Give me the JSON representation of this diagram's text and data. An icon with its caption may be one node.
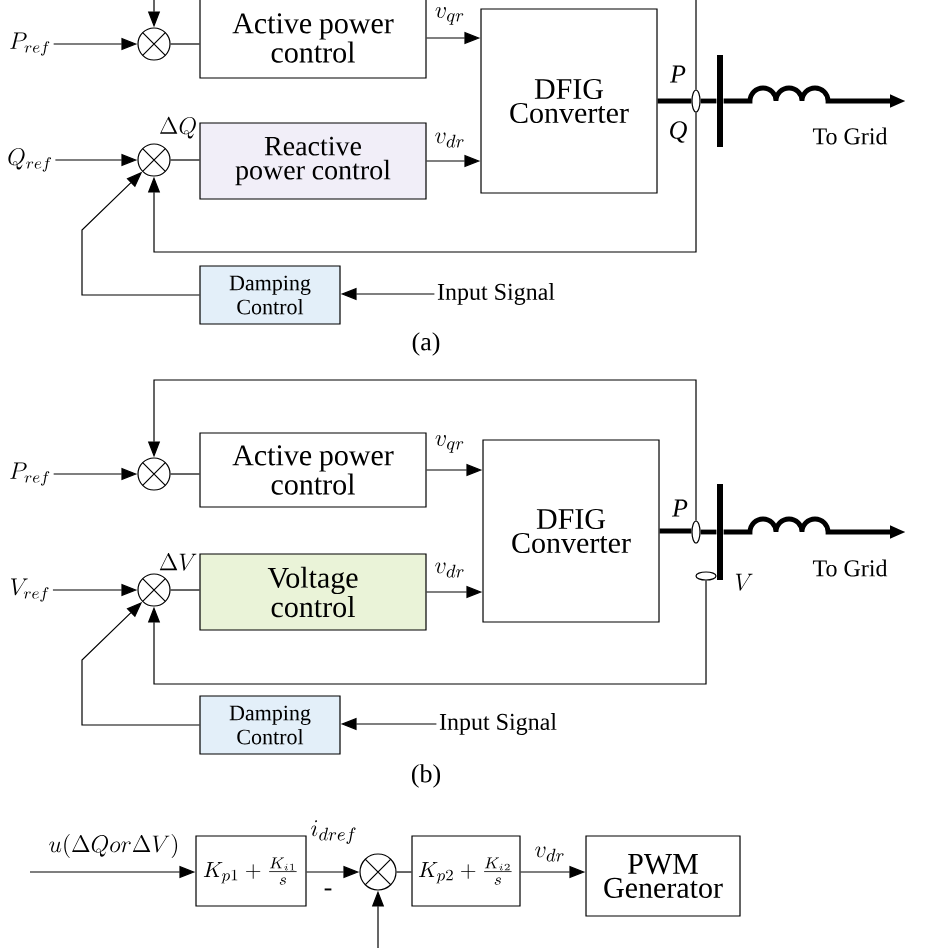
{
  "diagram": {
    "nodes": [
      {
        "text": [
          "P_{ref}"
        ]
      },
      {
        "text": [],
        "shape": "circle"
      },
      {
        "text": [
          "Active power control"
        ]
      },
      {
        "text": [
          "DFIG Converter"
        ]
      },
      {
        "text": [],
        "shape": "ellipse"
      },
      {
        "text": [],
        "shape": "bar"
      },
      {
        "text": [
          "Q_{ref}"
        ]
      },
      {
        "text": [],
        "shape": "circle",
        "beside": [
          "\\Delta Q"
        ]
      },
      {
        "text": [
          "Reactive power control"
        ]
      },
      {
        "text": [
          "Damping Control"
        ]
      },
      {
        "text": [
          "Input Signal"
        ]
      },
      {
        "text": [
          "P_{ref}"
        ]
      },
      {
        "text": [],
        "shape": "circle"
      },
      {
        "text": [
          "Active power control"
        ]
      },
      {
        "text": [
          "DFIG Converter"
        ]
      },
      {
        "text": [],
        "shape": "ellipse"
      },
      {
        "text": [],
        "shape": "bar"
      },
      {
        "text": [
          "V_{ref}"
        ]
      },
      {
        "text": [],
        "shape": "circle",
        "beside": [
          "\\Delta V"
        ]
      },
      {
        "text": [
          "Voltage control"
        ]
      },
      {
        "text": [],
        "shape": "ellipse",
        "beside": [
          "V"
        ]
      },
      {
        "text": [
          "Damping Control"
        ]
      },
      {
        "text": [
          "Input Signal"
        ]
      },
      {
        "text": [
          "K_{p1}+\\frac{K_{i1}}{s}"
        ]
      },
      {
        "text": [],
        "shape": "circle"
      },
      {
        "text": [
          "K_{p2}+\\frac{K_{i2}}{s}"
        ]
      },
      {
        "text": [
          "PWM Generator"
        ]
      }
    ],
    "edges": [
      {
        "from": 0,
        "to": 1,
        "arrow": "to"
      },
      {
        "from": 1,
        "to": 2,
        "arrow": "none"
      },
      {
        "from": 2,
        "to": 3,
        "arrow": "to",
        "label": "v_{qr}"
      },
      {
        "from": 6,
        "to": 7,
        "arrow": "to"
      },
      {
        "from": 7,
        "to": 8,
        "arrow": "none"
      },
      {
        "from": 8,
        "to": 3,
        "arrow": "to",
        "label": "v_{dr}"
      },
      {
        "from": 3,
        "to": 4,
        "arrow": "none",
        "style": "thick"
      },
      {
        "from": 4,
        "to": 5,
        "arrow": "none",
        "style": "thick"
      },
      {
        "from": 5,
        "to": null,
        "arrow": "to",
        "label": "To Grid",
        "style": "thick"
      },
      {
        "from": 4,
        "to": 1,
        "arrow": "to"
      },
      {
        "from": 4,
        "to": 7,
        "arrow": "to"
      },
      {
        "from": 10,
        "to": 9,
        "arrow": "to"
      },
      {
        "from": 9,
        "to": 7,
        "arrow": "to"
      },
      {
        "from": 11,
        "to": 12,
        "arrow": "to"
      },
      {
        "from": 12,
        "to": 13,
        "arrow": "none"
      },
      {
        "from": 13,
        "to": 14,
        "arrow": "to",
        "label": "v_{qr}"
      },
      {
        "from": 17,
        "to": 18,
        "arrow": "to"
      },
      {
        "from": 18,
        "to": 19,
        "arrow": "none"
      },
      {
        "from": 19,
        "to": 14,
        "arrow": "to",
        "label": "v_{dr}"
      },
      {
        "from": 14,
        "to": 15,
        "arrow": "none",
        "style": "thick"
      },
      {
        "from": 15,
        "to": 16,
        "arrow": "none",
        "style": "thick"
      },
      {
        "from": 16,
        "to": null,
        "arrow": "to",
        "label": "To Grid",
        "style": "thick"
      },
      {
        "from": 15,
        "to": 12,
        "arrow": "to"
      },
      {
        "from": 20,
        "to": 18,
        "arrow": "to"
      },
      {
        "from": 22,
        "to": 21,
        "arrow": "to"
      },
      {
        "from": 21,
        "to": 18,
        "arrow": "to"
      },
      {
        "from": null,
        "to": 23,
        "arrow": "to",
        "label": "u(\\Delta Q or \\Delta V)"
      },
      {
        "from": 23,
        "to": 24,
        "arrow": "to",
        "label": "i_{dref}"
      },
      {
        "from": 24,
        "to": 25,
        "arrow": "none"
      },
      {
        "from": 25,
        "to": 26,
        "arrow": "to",
        "label": "v_{dr}"
      },
      {
        "from": null,
        "to": 24,
        "arrow": "to"
      }
    ],
    "labels": [
      "P",
      "Q",
      "(a)",
      "P",
      "(b)",
      "-"
    ]
  }
}
